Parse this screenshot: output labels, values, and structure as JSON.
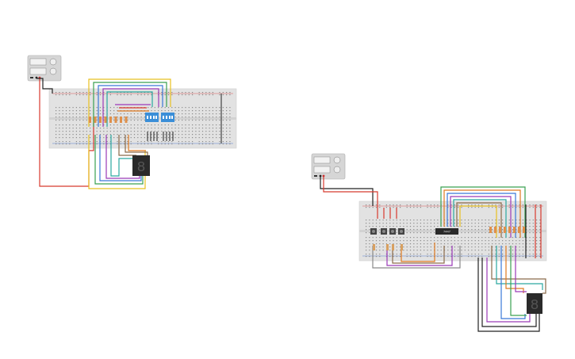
{
  "app": {
    "title": ""
  },
  "circuits": [
    {
      "id": "circuit-left",
      "components": [
        "power-supply",
        "breadboard",
        "dip-switch",
        "dip-switch",
        "resistor-array",
        "seven-segment-display"
      ],
      "display_digit": "8"
    },
    {
      "id": "circuit-right",
      "components": [
        "power-supply",
        "breadboard",
        "push-button",
        "push-button",
        "push-button",
        "ic-chip",
        "resistor-array",
        "seven-segment-display"
      ],
      "display_digit": "8",
      "chip_label": "7447"
    }
  ],
  "colors": {
    "breadboard": "#e2e2e2",
    "power_supply": "#d4d4d4",
    "wire_red": "#d83a2e",
    "wire_black": "#222222",
    "wire_yellow": "#e8c020",
    "wire_green": "#3aa050",
    "wire_blue": "#3a78d8",
    "wire_purple": "#9b3ab8",
    "wire_teal": "#2aa8a0",
    "wire_orange": "#e07a20",
    "wire_brown": "#8a6a4a",
    "dip_switch": "#3a8ed8",
    "display": "#2a2a2a"
  }
}
